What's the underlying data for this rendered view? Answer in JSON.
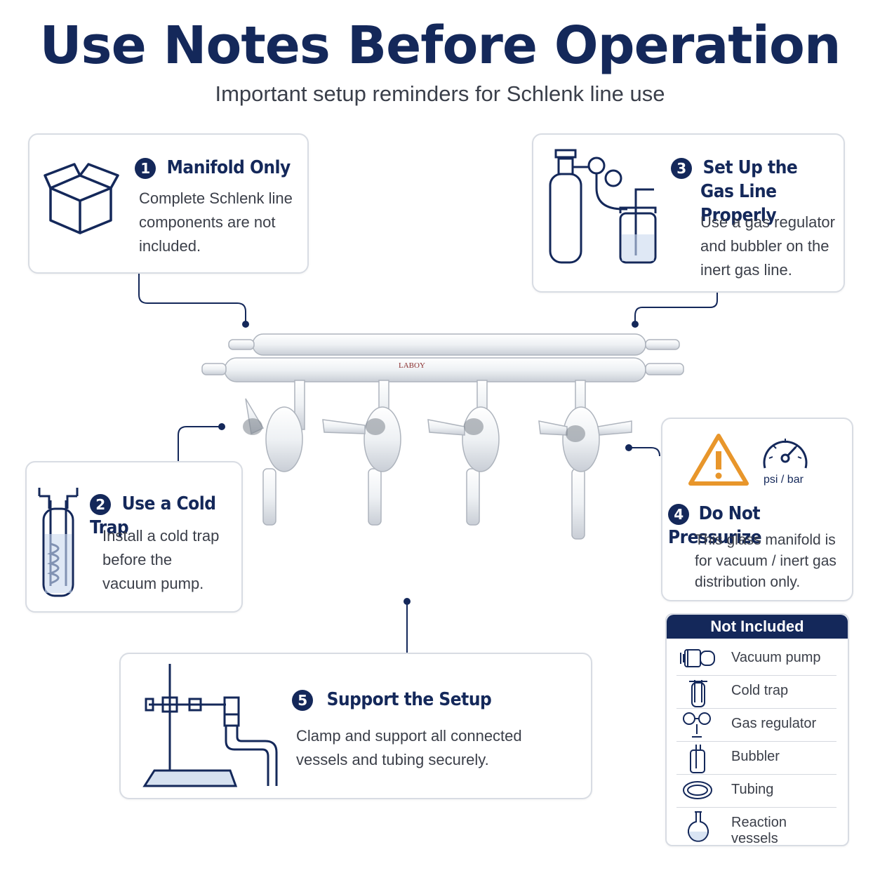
{
  "header": {
    "title": "Use Notes Before Operation",
    "subtitle": "Important setup reminders for Schlenk line use"
  },
  "cards": [
    {
      "number": "1",
      "title": "Manifold Only",
      "text_lines": [
        "Complete Schlenk line",
        "components are not",
        "included."
      ],
      "icon": "box-icon"
    },
    {
      "number": "2",
      "title": "Use a Cold Trap",
      "text_lines": [
        "Install a cold trap",
        "before the",
        "vacuum pump."
      ],
      "icon": "cold-trap-icon"
    },
    {
      "number": "3",
      "title_lines": [
        "Set Up the",
        "Gas Line Properly"
      ],
      "text_lines": [
        "Use a gas regulator",
        "and bubbler on the",
        "inert gas line."
      ],
      "icon": "gas-cylinder-icon"
    },
    {
      "number": "4",
      "title": "Do Not Pressurize",
      "text_lines": [
        "This glass manifold is",
        "for vacuum / inert gas",
        "distribution only."
      ],
      "icon": "warning-icon",
      "gauge_label": "psi / bar"
    },
    {
      "number": "5",
      "title": "Support the Setup",
      "text_lines": [
        "Clamp and support all connected",
        "vessels and tubing securely."
      ],
      "icon": "clamp-stand-icon"
    }
  ],
  "product": {
    "brand": "LABOY"
  },
  "not_included": {
    "title": "Not Included",
    "items": [
      {
        "label": "Vacuum pump",
        "icon": "vacuum-pump-icon"
      },
      {
        "label": "Cold trap",
        "icon": "cold-trap-icon"
      },
      {
        "label": "Gas regulator",
        "icon": "gas-regulator-icon"
      },
      {
        "label": "Bubbler",
        "icon": "bubbler-icon"
      },
      {
        "label": "Tubing",
        "icon": "tubing-icon"
      },
      {
        "label": "Reaction vessels",
        "icon": "flask-icon"
      }
    ]
  },
  "colors": {
    "navy": "#14285a",
    "warning": "#e8962b",
    "border": "#d8dce3"
  }
}
